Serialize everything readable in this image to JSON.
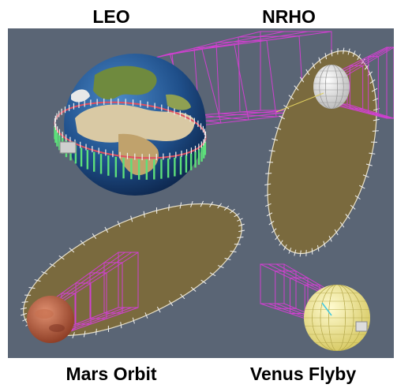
{
  "captions": {
    "leo": "LEO",
    "nrho": "NRHO",
    "mars": "Mars Orbit",
    "venus": "Venus Flyby"
  },
  "colors": {
    "background": "#5a6575",
    "plane_fill": "#7a6a3e",
    "wireframe": "#d040d0",
    "orbit_ring": "#e05060",
    "antenna_green": "#5de07a",
    "tick_white": "#f2f2f2",
    "earth_ocean": "#2a5fa0",
    "mars": "#b06040",
    "venus": "#f0ea90"
  },
  "icons": {
    "earth": "earth-globe-icon",
    "moon": "moon-icon",
    "mars": "mars-planet-icon",
    "venus": "venus-planet-icon"
  }
}
